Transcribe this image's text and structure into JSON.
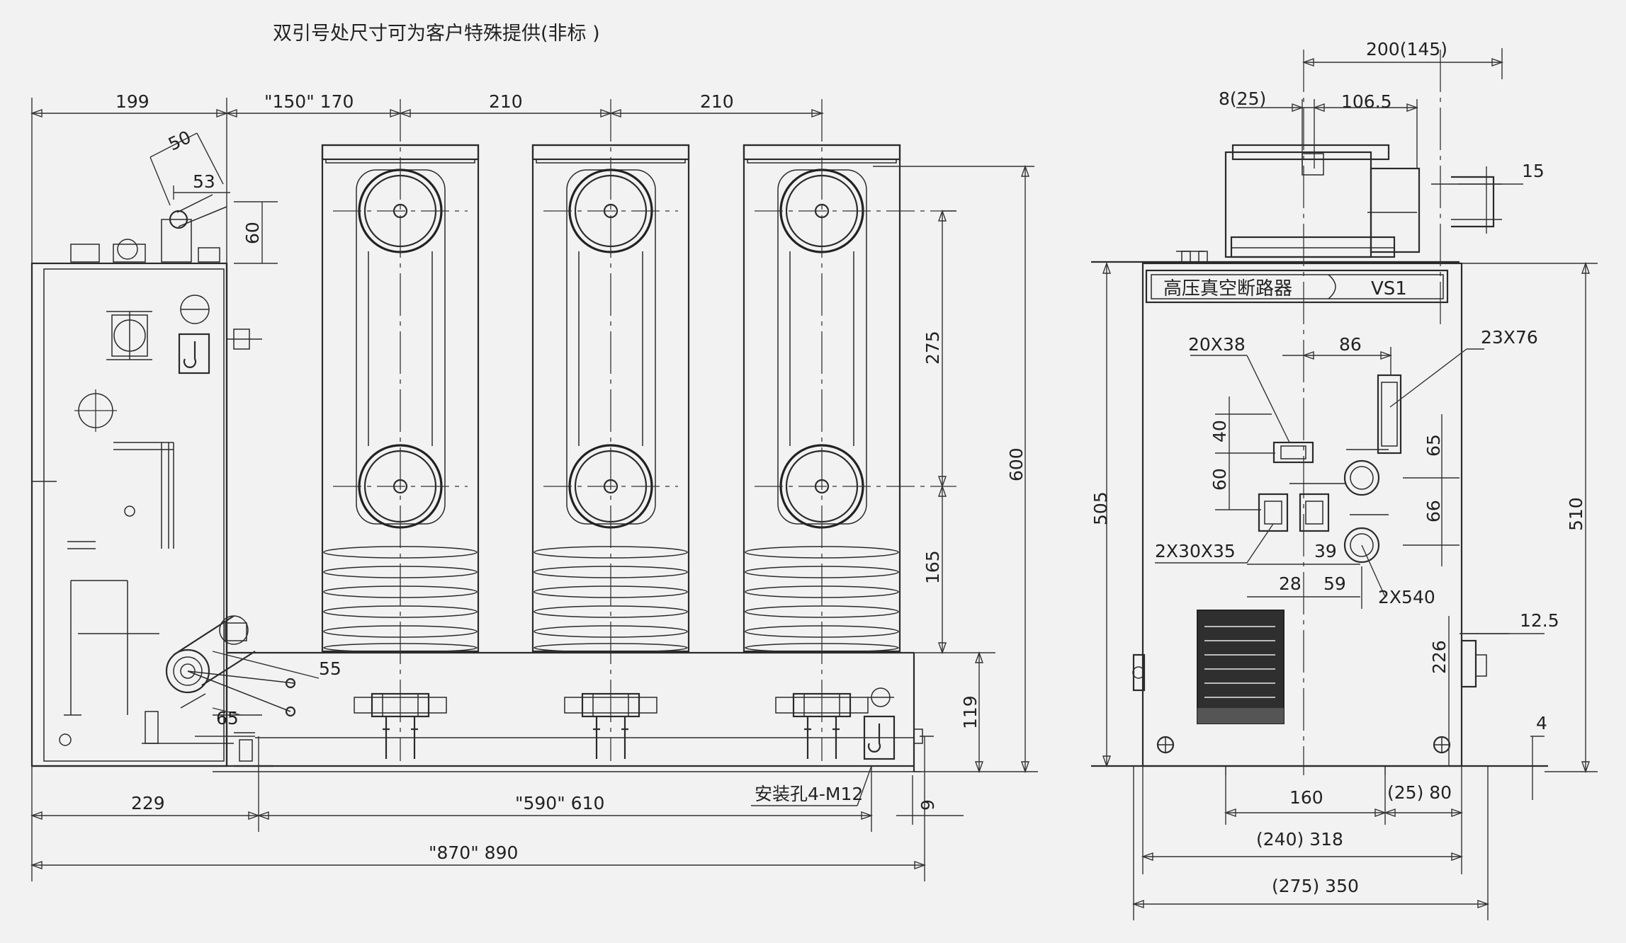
{
  "note": "双引号处尺寸可为客户特殊提供(非标 )",
  "front_view": {
    "dims": {
      "d199": "199",
      "d150_170": "\"150\" 170",
      "d210a": "210",
      "d210b": "210",
      "d50": "50",
      "d53": "53",
      "d60": "60",
      "d275": "275",
      "d165": "165",
      "d600": "600",
      "d119": "119",
      "d55": "55",
      "d65": "65",
      "d229": "229",
      "d590_610": "\"590\" 610",
      "d870_890": "\"870\" 890",
      "d9": "9"
    },
    "mounting_hole_label": "安装孔4-M12"
  },
  "side_view": {
    "dims": {
      "d200_145": "200(145)",
      "d8_25": "8(25)",
      "d106_5": "106.5",
      "d15": "15",
      "d20x38": "20X38",
      "d86": "86",
      "d23x76": "23X76",
      "d40": "40",
      "d60": "60",
      "d65": "65",
      "d66": "66",
      "d2x30x35": "2X30X35",
      "d39": "39",
      "d28": "28",
      "d59": "59",
      "d2x540": "2X540",
      "d12_5": "12.5",
      "d226": "226",
      "d4": "4",
      "d505": "505",
      "d510": "510",
      "d160": "160",
      "d25_80": "(25) 80",
      "d240_318": "(240) 318",
      "d275_350": "(275) 350"
    },
    "nameplate": {
      "title": "高压真空断路器",
      "model": "VS1"
    }
  }
}
